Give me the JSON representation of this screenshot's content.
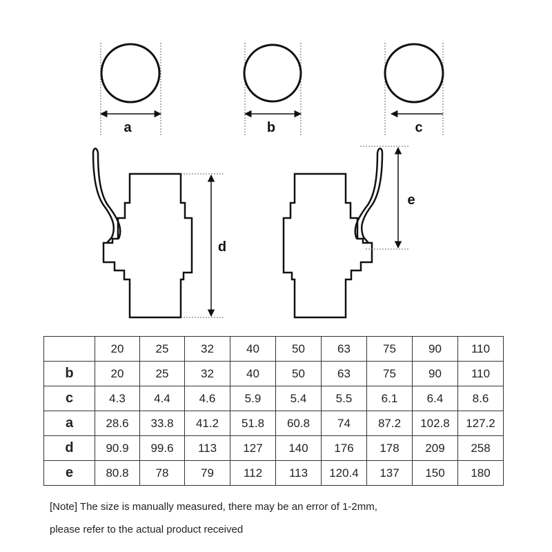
{
  "diagram": {
    "labels": {
      "a": "a",
      "b": "b",
      "c": "c",
      "d": "d",
      "e": "e"
    }
  },
  "table": {
    "header": [
      "",
      "20",
      "25",
      "32",
      "40",
      "50",
      "63",
      "75",
      "90",
      "110"
    ],
    "rows": [
      {
        "label": "b",
        "values": [
          "20",
          "25",
          "32",
          "40",
          "50",
          "63",
          "75",
          "90",
          "110"
        ]
      },
      {
        "label": "c",
        "values": [
          "4.3",
          "4.4",
          "4.6",
          "5.9",
          "5.4",
          "5.5",
          "6.1",
          "6.4",
          "8.6"
        ]
      },
      {
        "label": "a",
        "values": [
          "28.6",
          "33.8",
          "41.2",
          "51.8",
          "60.8",
          "74",
          "87.2",
          "102.8",
          "127.2"
        ]
      },
      {
        "label": "d",
        "values": [
          "90.9",
          "99.6",
          "113",
          "127",
          "140",
          "176",
          "178",
          "209",
          "258"
        ]
      },
      {
        "label": "e",
        "values": [
          "80.8",
          "78",
          "79",
          "112",
          "113",
          "120.4",
          "137",
          "150",
          "180"
        ]
      }
    ]
  },
  "note": {
    "line1": "[Note] The size is manually measured, there may be an error of 1-2mm,",
    "line2": "please refer to the actual product received"
  }
}
